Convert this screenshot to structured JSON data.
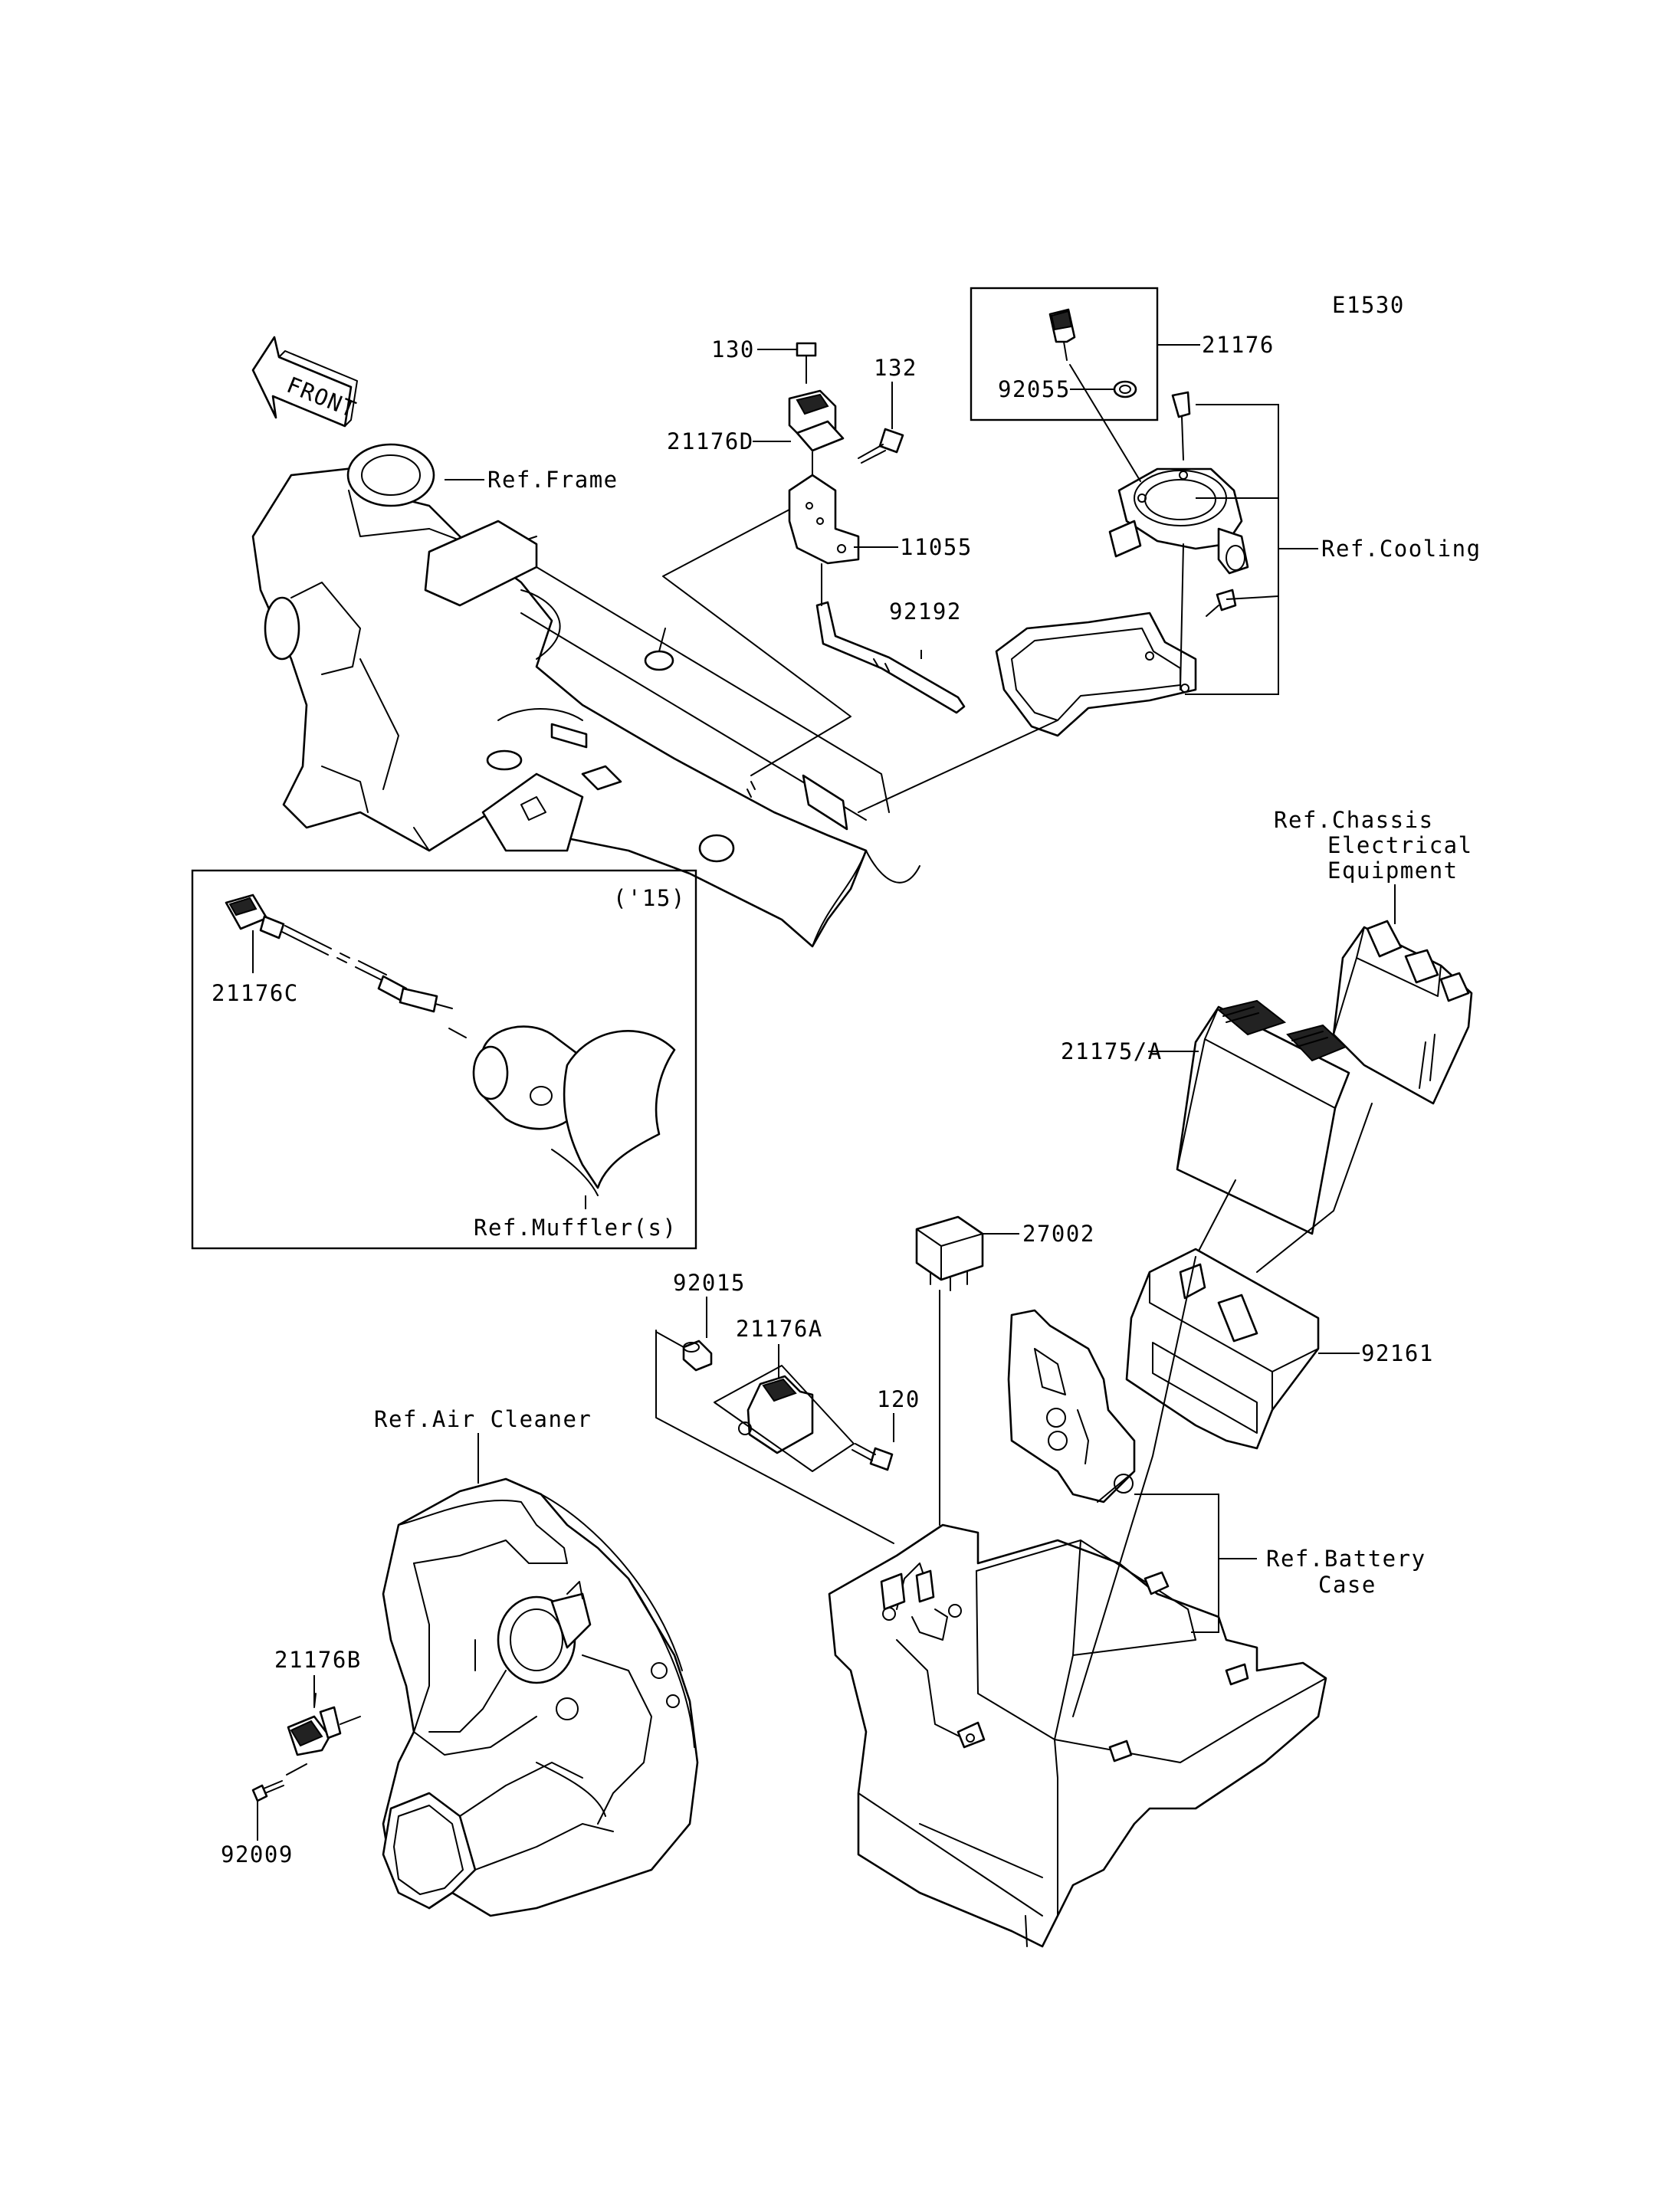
{
  "diagram_code": "E1530",
  "front_arrow": {
    "text": "FRONT",
    "icon": "front-arrow-icon"
  },
  "references": {
    "frame": "Ref.Frame",
    "cooling": "Ref.Cooling",
    "chassis_line1": "Ref.Chassis",
    "chassis_line2": "Electrical",
    "chassis_line3": "Equipment",
    "muffler": "Ref.Muffler(s)",
    "air_cleaner": "Ref.Air Cleaner",
    "battery_line1": "Ref.Battery",
    "battery_line2": "Case"
  },
  "inset": {
    "year": "('15)"
  },
  "parts": {
    "p130": "130",
    "p132": "132",
    "p21176D": "21176D",
    "p11055": "11055",
    "p92192": "92192",
    "p21176": "21176",
    "p92055": "92055",
    "p21176C": "21176C",
    "p21175A": "21175/A",
    "p27002": "27002",
    "p92015": "92015",
    "p21176A": "21176A",
    "p120": "120",
    "p92161": "92161",
    "p21176B": "21176B",
    "p92009": "92009"
  }
}
